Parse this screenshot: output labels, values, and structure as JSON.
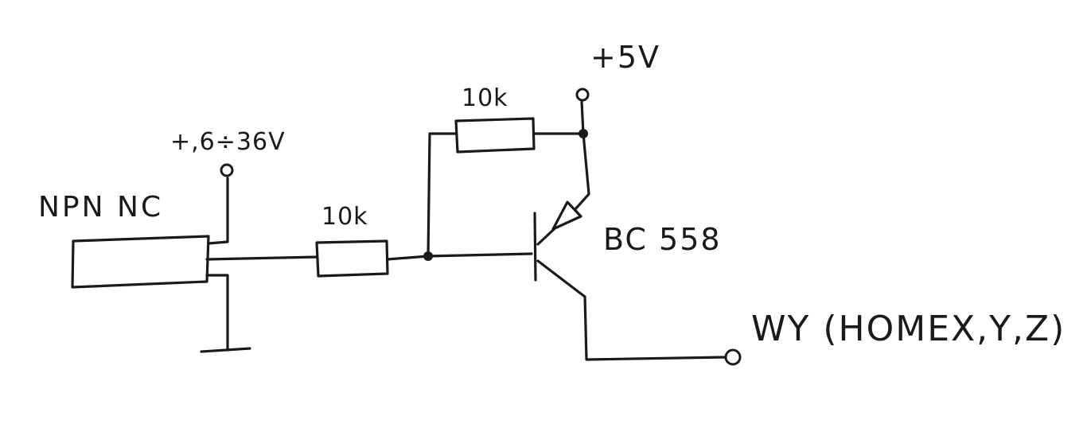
{
  "labels": {
    "sensor": "NPN NC",
    "supply_sensor": "+,6÷36V",
    "supply_logic": "+5V",
    "resistor_input": "10k",
    "resistor_bias": "10k",
    "transistor": "BC 558",
    "output": "WY (HOMEX,Y,Z)"
  },
  "colors": {
    "ink": "#1a1a1a",
    "paper": "#ffffff"
  }
}
